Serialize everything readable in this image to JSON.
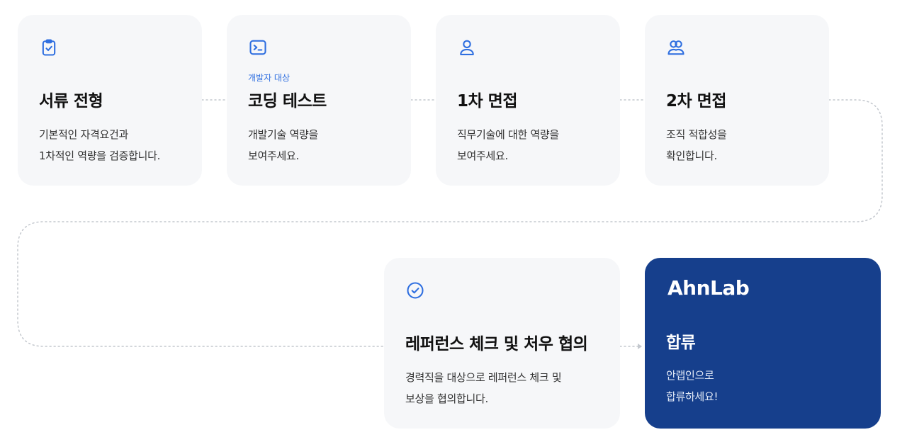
{
  "colors": {
    "card_background": "#f6f7f9",
    "accent_blue": "#2f6fe0",
    "final_card_background": "#163f8c"
  },
  "steps": [
    {
      "icon": "clipboard-check-icon",
      "tag": "",
      "title": "서류 전형",
      "desc_line1": "기본적인 자격요건과",
      "desc_line2": "1차적인 역량을 검증합니다."
    },
    {
      "icon": "terminal-icon",
      "tag": "개발자 대상",
      "title": "코딩 테스트",
      "desc_line1": "개발기술 역량을",
      "desc_line2": "보여주세요."
    },
    {
      "icon": "user-icon",
      "tag": "",
      "title": "1차 면접",
      "desc_line1": "직무기술에 대한 역량을",
      "desc_line2": "보여주세요."
    },
    {
      "icon": "users-icon",
      "tag": "",
      "title": "2차 면접",
      "desc_line1": "조직 적합성을",
      "desc_line2": "확인합니다."
    },
    {
      "icon": "check-circle-icon",
      "tag": "",
      "title": "레퍼런스 체크 및 처우 협의",
      "desc_line1": "경력직을 대상으로 레퍼런스 체크 및",
      "desc_line2": "보상을 협의합니다."
    }
  ],
  "final": {
    "logo": "AhnLab",
    "title": "합류",
    "desc_line1": "안랩인으로",
    "desc_line2": "합류하세요!"
  }
}
